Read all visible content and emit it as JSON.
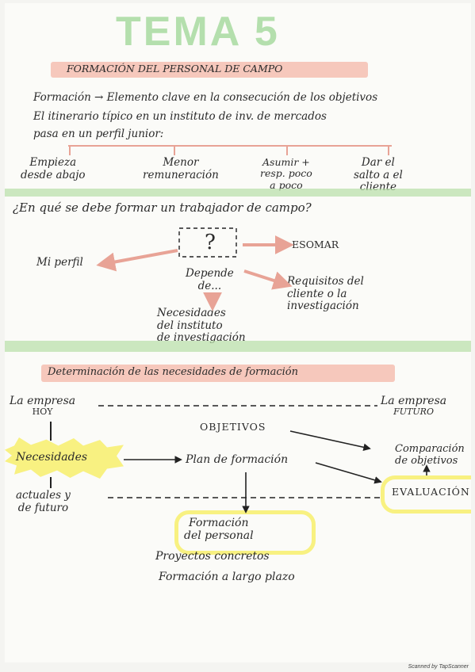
{
  "title": "TEMA 5",
  "section1": {
    "heading": "FORMACIÓN DEL PERSONAL DE CAMPO",
    "line1": "Formación → Elemento clave en la consecución de los objetivos",
    "line2": "El itinerario típico en un instituto de inv. de mercados",
    "line3": "pasa en un perfil junior:",
    "steps": [
      [
        "Empieza",
        "desde abajo"
      ],
      [
        "Menor",
        "remuneración"
      ],
      [
        "Asumir +",
        "resp. poco",
        "a poco"
      ],
      [
        "Dar el",
        "salto a el",
        "cliente"
      ]
    ]
  },
  "section2": {
    "question": "¿En qué se debe formar un trabajador de campo?",
    "center": "?",
    "mi_perfil": "Mi perfil",
    "esomar": "ESOMAR",
    "depende": [
      "Depende",
      "de..."
    ],
    "requisitos": [
      "Requisitos del",
      "cliente o la",
      "investigación"
    ],
    "necesidades": [
      "Necesidades",
      "del instituto",
      "de investigación"
    ]
  },
  "section3": {
    "heading": "Determinación de las necesidades de formación",
    "empresa_hoy": [
      "La empresa",
      "HOY"
    ],
    "empresa_futuro": [
      "La empresa",
      "FUTURO"
    ],
    "objetivos": "OBJETIVOS",
    "necesidades": "Necesidades",
    "plan": "Plan de formación",
    "comparacion": [
      "Comparación",
      "de objetivos"
    ],
    "evaluacion": "EVALUACIÓN",
    "actuales": [
      "actuales y",
      "de futuro"
    ],
    "formacion_personal": [
      "Formación",
      "del personal"
    ],
    "proyectos": "Proyectos concretos",
    "largo_plazo": "Formación a largo plazo"
  },
  "caption": "Scanned by TapScanner"
}
